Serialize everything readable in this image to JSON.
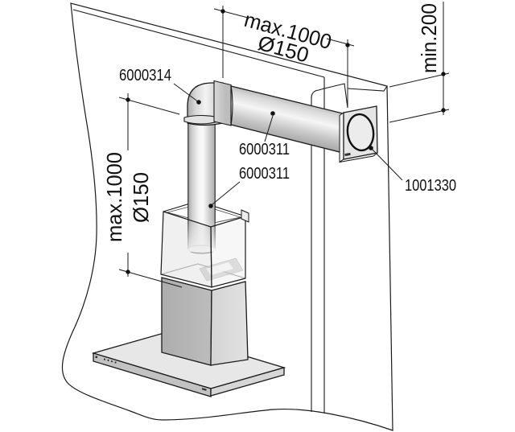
{
  "diagram": {
    "title": "extractor-hood-duct-installation",
    "dimensions": {
      "horizontal_run": "max.1000",
      "horizontal_diameter": "Ø150",
      "wall_clearance": "min.200",
      "vertical_run": "max.1000",
      "vertical_diameter": "Ø150"
    },
    "part_labels": {
      "elbow": "6000314",
      "duct_horizontal": "6000311",
      "duct_vertical": "6000311",
      "wall_outlet": "1001330"
    }
  },
  "colors": {
    "line": "#1a1a1a",
    "pipe_light": "#f5f5f5",
    "pipe_dark": "#a0a0a0",
    "hood_body_left": "#b2b2b2",
    "hood_body_right": "#d9d9d9",
    "canopy_top": "#e6e6e6",
    "outlet_plate": "#e5e5e5",
    "background": "#ffffff"
  }
}
